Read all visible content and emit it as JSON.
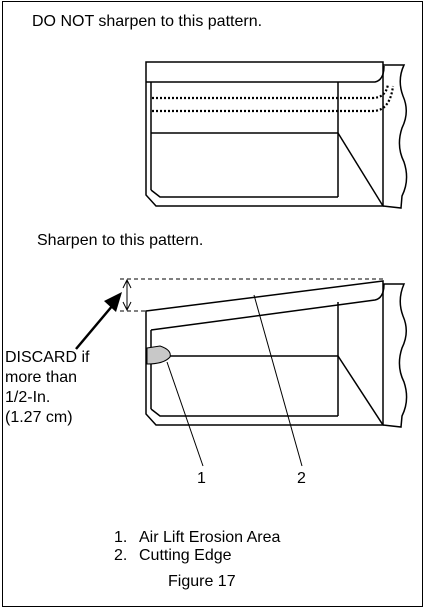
{
  "top_label": "DO NOT sharpen to this pattern.",
  "middle_label": "Sharpen to this pattern.",
  "discard_note": [
    "DISCARD if",
    "more than",
    "1/2-In.",
    "(1.27 cm)"
  ],
  "callouts": [
    "1",
    "2"
  ],
  "legend": [
    {
      "num": "1.",
      "text": "Air Lift Erosion Area"
    },
    {
      "num": "2.",
      "text": "Cutting Edge"
    }
  ],
  "caption": "Figure 17"
}
